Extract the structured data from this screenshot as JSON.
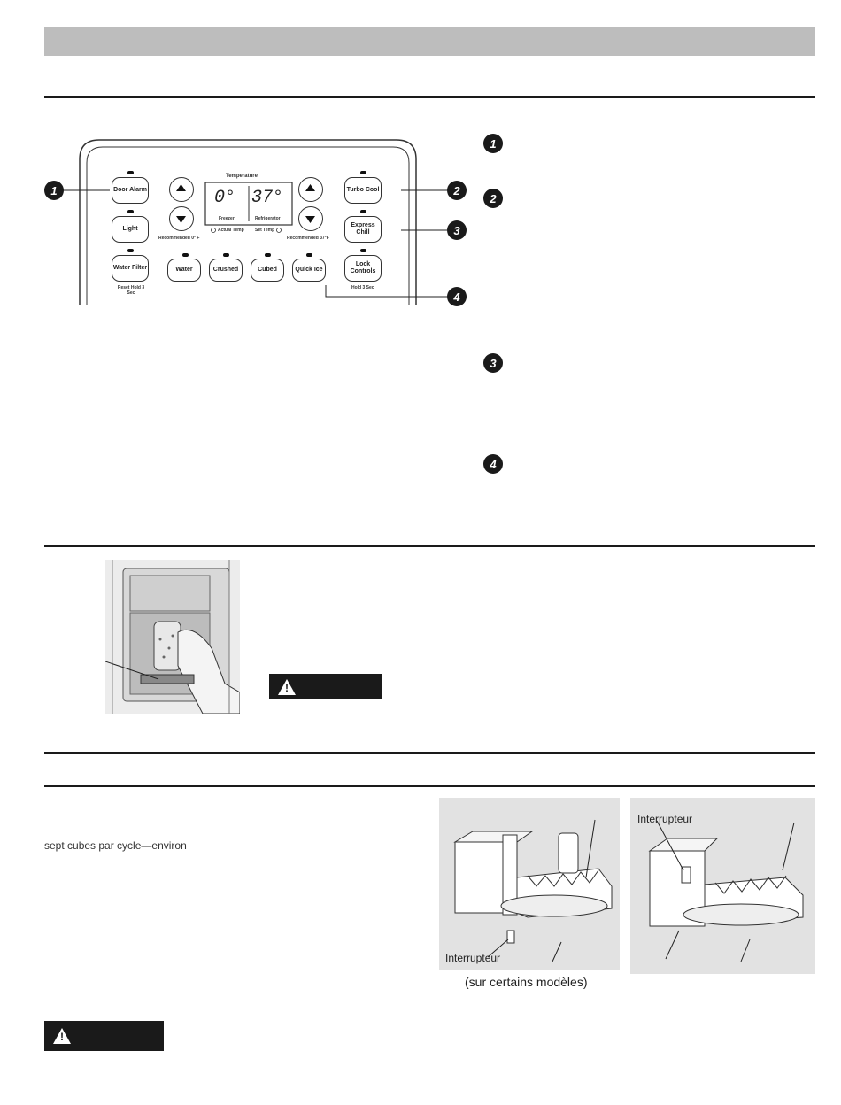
{
  "control_panel": {
    "temperature_label": "Temperature",
    "freezer_value": "0°",
    "refrigerator_value": "37°",
    "freezer_label": "Freezer",
    "refrigerator_label": "Refrigerator",
    "actual_temp_label": "Actual Temp",
    "set_temp_label": "Set Temp",
    "recommended_freezer": "Recommended 0° F",
    "recommended_fridge": "Recommended 37°F",
    "buttons": {
      "door_alarm": "Door Alarm",
      "light": "Light",
      "water_filter": "Water Filter",
      "water_filter_note": "Reset Hold 3 Sec",
      "turbo_cool": "Turbo Cool",
      "express_chill": "Express Chill",
      "lock_controls": "Lock Controls",
      "lock_note": "Hold 3 Sec",
      "water": "Water",
      "crushed": "Crushed",
      "cubed": "Cubed",
      "quick_ice": "Quick Ice"
    },
    "callouts": [
      "1",
      "2",
      "3",
      "4"
    ]
  },
  "right_markers": [
    "1",
    "2",
    "3",
    "4"
  ],
  "icemaker": {
    "body_text": "sept cubes par cycle—environ",
    "switch_label_left": "Interrupteur",
    "switch_label_right": "Interrupteur",
    "models_caption": "(sur certains modèles)"
  },
  "colors": {
    "header_bar": "#bdbdbd",
    "image_bg": "#e2e2e2",
    "dark": "#1a1a1a"
  }
}
